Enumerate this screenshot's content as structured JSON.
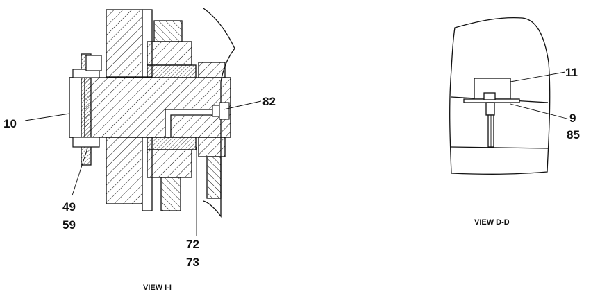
{
  "view_i": {
    "caption": "VIEW I-I",
    "callouts": {
      "c10": "10",
      "c49": "49",
      "c59": "59",
      "c72": "72",
      "c73": "73",
      "c82": "82"
    }
  },
  "view_d": {
    "caption": "VIEW D-D",
    "callouts": {
      "c11": "11",
      "c9": "9",
      "c85": "85"
    }
  }
}
